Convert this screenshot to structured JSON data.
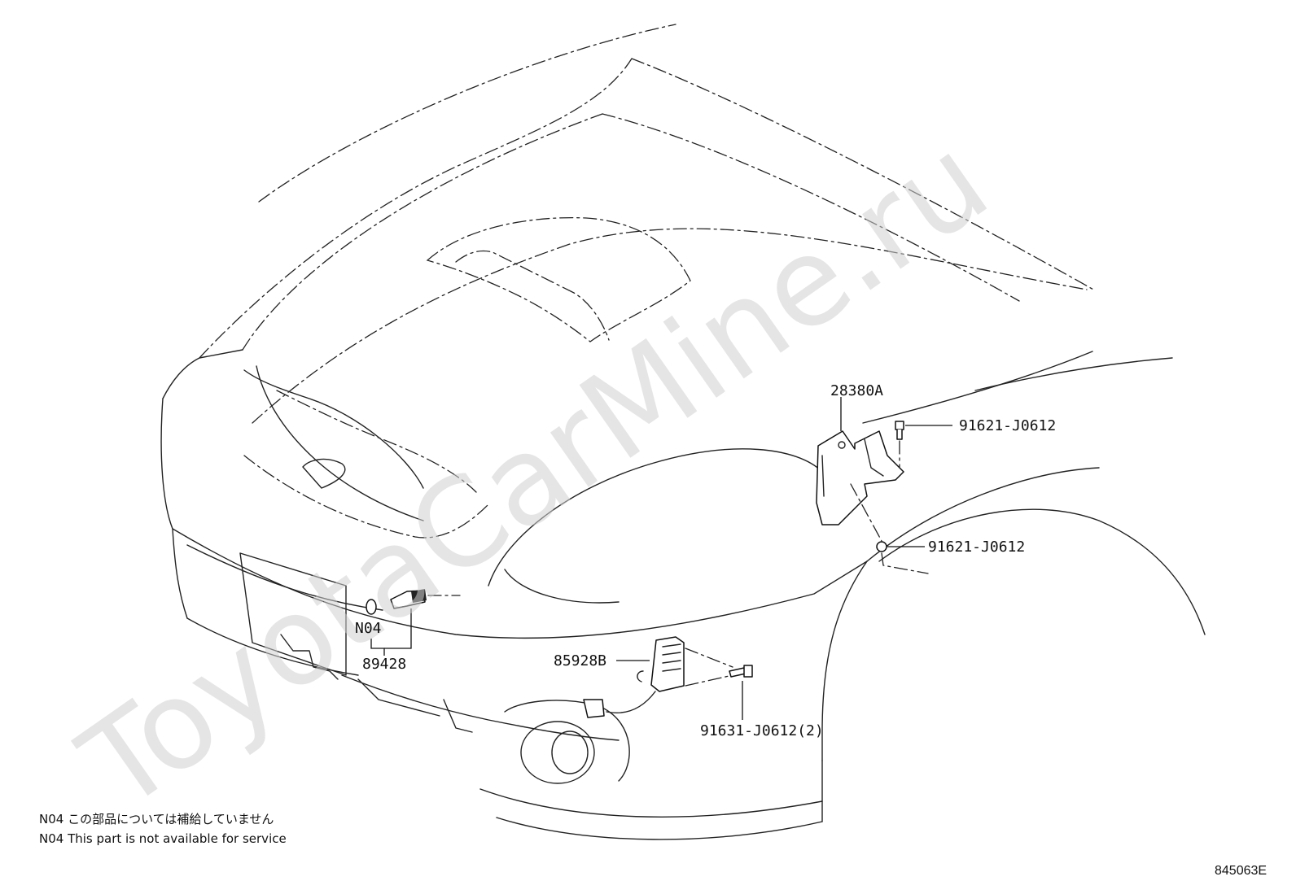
{
  "watermark": "ToyotaCarMine.ru",
  "callouts": {
    "p28380a": "28380A",
    "p91621_upper": "91621-J0612",
    "p91621_lower": "91621-J0612",
    "p85928b": "85928B",
    "p91631": "91631-J0612(2)",
    "n04": "N04",
    "p89428": "89428"
  },
  "notes": {
    "ja": "N04 この部品については補給していません",
    "en": "N04 This part is not available for service"
  },
  "diagram_code": "845063E"
}
